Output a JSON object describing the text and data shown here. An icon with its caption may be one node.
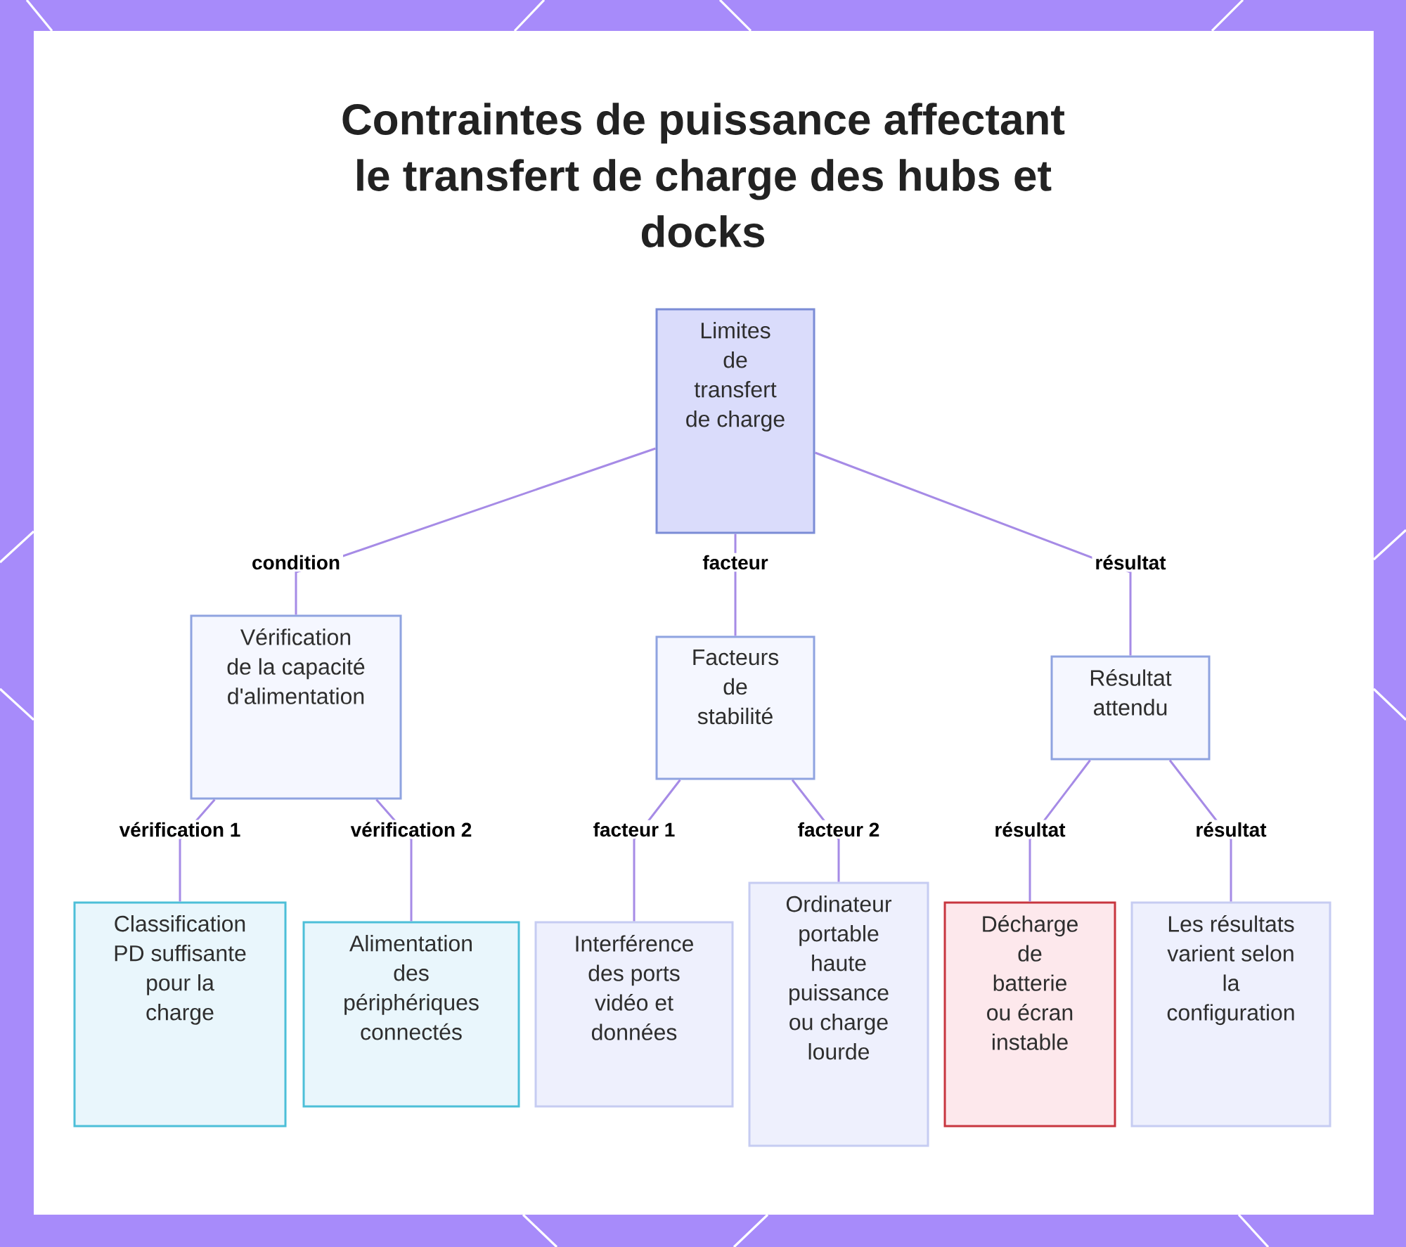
{
  "diagram": {
    "title": "Contraintes de puissance affectant le transfert de charge des hubs et docks",
    "nodes": [
      {
        "text": [
          "Limites de transfert de charge"
        ]
      },
      {
        "text": [
          "Vérification de la capacité d'alimentation"
        ]
      },
      {
        "text": [
          "Facteurs de stabilité"
        ]
      },
      {
        "text": [
          "Résultat attendu"
        ]
      },
      {
        "text": [
          "Classification PD suffisante pour la charge"
        ]
      },
      {
        "text": [
          "Alimentation des périphériques connectés"
        ]
      },
      {
        "text": [
          "Interférence des ports vidéo et données"
        ]
      },
      {
        "text": [
          "Ordinateur portable haute puissance ou charge lourde"
        ]
      },
      {
        "text": [
          "Décharge de batterie ou écran instable"
        ]
      },
      {
        "text": [
          "Les résultats varient selon la configuration"
        ]
      }
    ],
    "edges": [
      {
        "from": 0,
        "to": 1,
        "arrow": "none",
        "label": "condition"
      },
      {
        "from": 0,
        "to": 2,
        "arrow": "none",
        "label": "facteur"
      },
      {
        "from": 0,
        "to": 3,
        "arrow": "none",
        "label": "résultat"
      },
      {
        "from": 1,
        "to": 4,
        "arrow": "none",
        "label": "vérification 1"
      },
      {
        "from": 1,
        "to": 5,
        "arrow": "none",
        "label": "vérification 2"
      },
      {
        "from": 2,
        "to": 6,
        "arrow": "none",
        "label": "facteur 1"
      },
      {
        "from": 2,
        "to": 7,
        "arrow": "none",
        "label": "facteur 2"
      },
      {
        "from": 3,
        "to": 8,
        "arrow": "none",
        "label": "résultat"
      },
      {
        "from": 3,
        "to": 9,
        "arrow": "none",
        "label": "résultat"
      }
    ]
  }
}
